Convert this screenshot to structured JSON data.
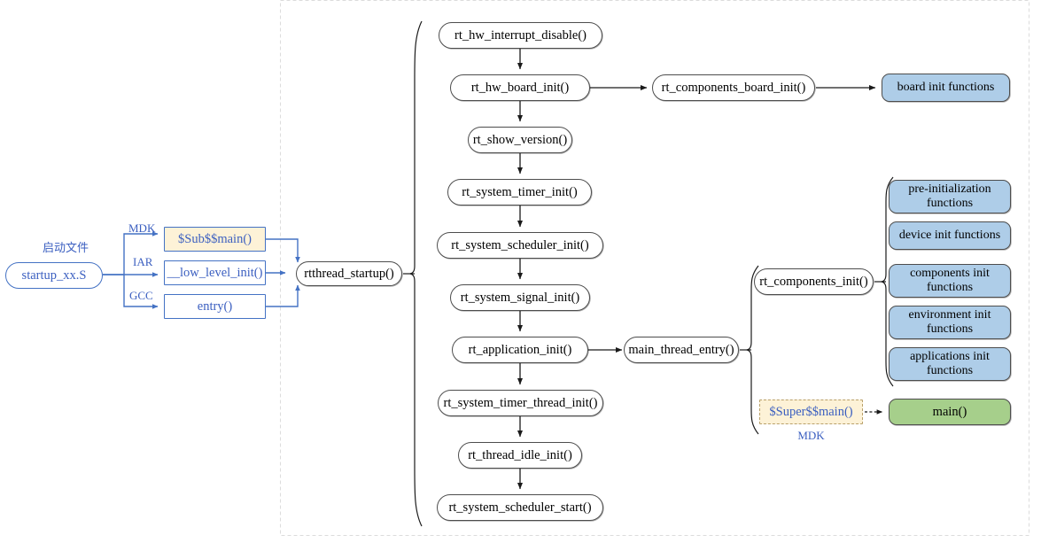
{
  "diagram": {
    "title_region": "RT-Thread startup flow diagram",
    "panel": {
      "dashed_border_color": "#d9d9d9"
    },
    "colors": {
      "blue_fill": "#aecde8",
      "green_fill": "#a6cf8b",
      "yellow_fill": "#fdf2d7",
      "blue_stroke": "#4472c4",
      "blue_text": "#3b5fc0",
      "node_stroke": "#4d4d4d"
    }
  },
  "left": {
    "caption": "启动文件",
    "startup_file": "startup_xx.S",
    "branches": [
      {
        "label": "MDK",
        "target": "$Sub$$main()"
      },
      {
        "label": "IAR",
        "target": "__low_level_init()"
      },
      {
        "label": "GCC",
        "target": "entry()"
      }
    ]
  },
  "center": {
    "entry": "rtthread_startup()",
    "steps": [
      "rt_hw_interrupt_disable()",
      "rt_hw_board_init()",
      "rt_show_version()",
      "rt_system_timer_init()",
      "rt_system_scheduler_init()",
      "rt_system_signal_init()",
      "rt_application_init()",
      "rt_system_timer_thread_init()",
      "rt_thread_idle_init()",
      "rt_system_scheduler_start()"
    ]
  },
  "board_branch": {
    "components_board_init": "rt_components_board_init()",
    "board_init_functions": "board init functions"
  },
  "app_branch": {
    "main_thread_entry": "main_thread_entry()",
    "components_init": "rt_components_init()",
    "init_functions": [
      "pre-initialization\nfunctions",
      "device init functions",
      "components init\nfunctions",
      "environment init\nfunctions",
      "applications init\nfunctions"
    ],
    "super_main": "$Super$$main()",
    "super_main_label": "MDK",
    "main": "main()"
  }
}
